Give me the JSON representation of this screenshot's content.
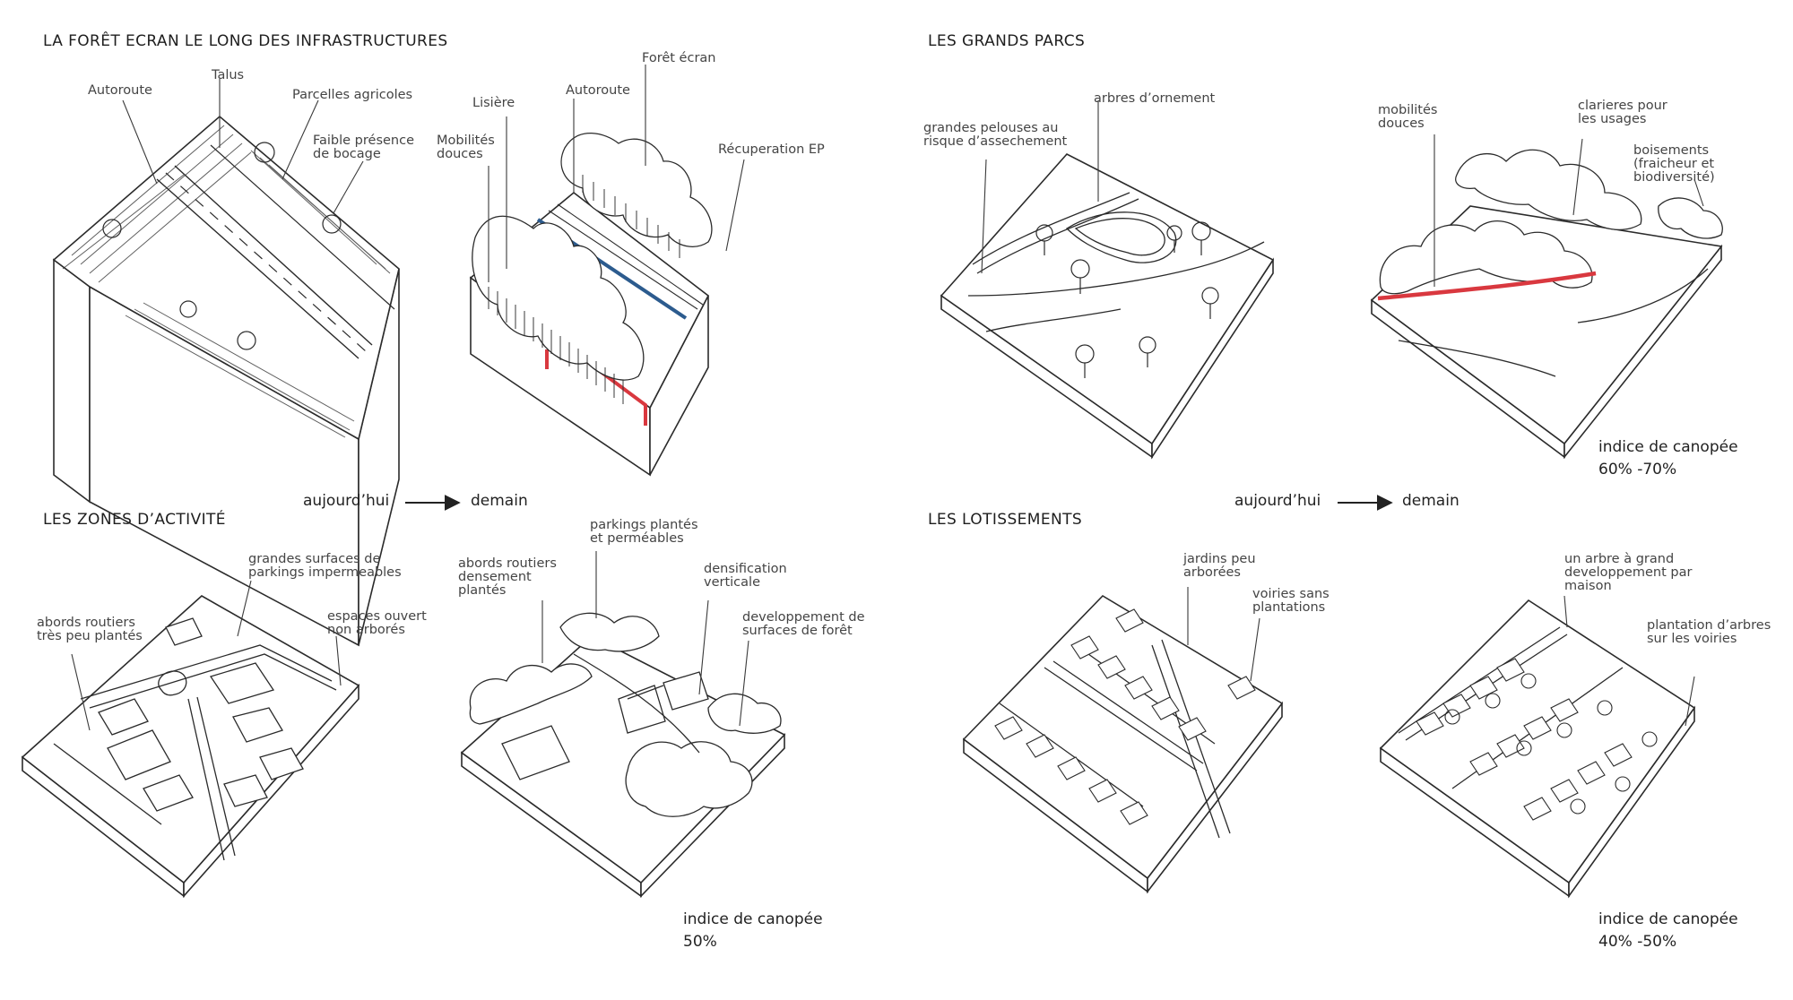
{
  "panels": {
    "infra": {
      "title": "LA FORÊT ECRAN LE LONG DES INFRASTRUCTURES",
      "before": {
        "autoroute": [
          "Autoroute"
        ],
        "talus": [
          "Talus"
        ],
        "parcelles": [
          "Parcelles agricoles"
        ],
        "bocage": [
          "Faible présence",
          "de bocage"
        ]
      },
      "after": {
        "lisiere": [
          "Lisière"
        ],
        "mobilites": [
          "Mobilités",
          "douces"
        ],
        "autoroute": [
          "Autoroute"
        ],
        "foret": [
          "Forêt écran"
        ],
        "recup": [
          "Récuperation EP"
        ]
      }
    },
    "parcs": {
      "title": "LES GRANDS PARCS",
      "before": {
        "pelouses": [
          "grandes pelouses au",
          "risque d’assechement"
        ],
        "arbres": [
          "arbres d’ornement"
        ]
      },
      "after": {
        "mobilites": [
          "mobilités",
          "douces"
        ],
        "clarieres": [
          "clarieres pour",
          "les usages"
        ],
        "boisements": [
          "boisements",
          "(fraicheur et",
          "biodiversité)"
        ]
      },
      "canopy": [
        "indice de canopée",
        "60% -70%"
      ]
    },
    "zones": {
      "title": "LES ZONES D’ACTIVITÉ",
      "before": {
        "abords": [
          "abords routiers",
          "très peu plantés"
        ],
        "surfaces": [
          "grandes surfaces de",
          "parkings impermeables"
        ],
        "espaces": [
          "espaces ouvert",
          "non arborés"
        ]
      },
      "after": {
        "abords": [
          "abords routiers",
          "densement",
          "plantés"
        ],
        "parkings": [
          "parkings plantés",
          "et perméables"
        ],
        "densif": [
          "densification",
          "verticale"
        ],
        "dev": [
          "developpement de",
          "surfaces de forêt"
        ]
      },
      "canopy": [
        "indice de canopée",
        "50%"
      ]
    },
    "lotis": {
      "title": "LES LOTISSEMENTS",
      "before": {
        "jardins": [
          "jardins peu",
          "arborées"
        ],
        "voiries": [
          "voiries sans",
          "plantations"
        ]
      },
      "after": {
        "arbre": [
          "un arbre à grand",
          "developpement par",
          "maison"
        ],
        "plantation": [
          "plantation d’arbres",
          "sur les voiries"
        ]
      },
      "canopy": [
        "indice de canopée",
        "40% -50%"
      ]
    }
  },
  "flows": {
    "left": {
      "from": "aujourd’hui",
      "to": "demain"
    },
    "right": {
      "from": "aujourd’hui",
      "to": "demain"
    }
  },
  "colors": {
    "line": "#2b2b2b",
    "red_path": "#d9383f",
    "blue_water": "#2c5b8e"
  }
}
